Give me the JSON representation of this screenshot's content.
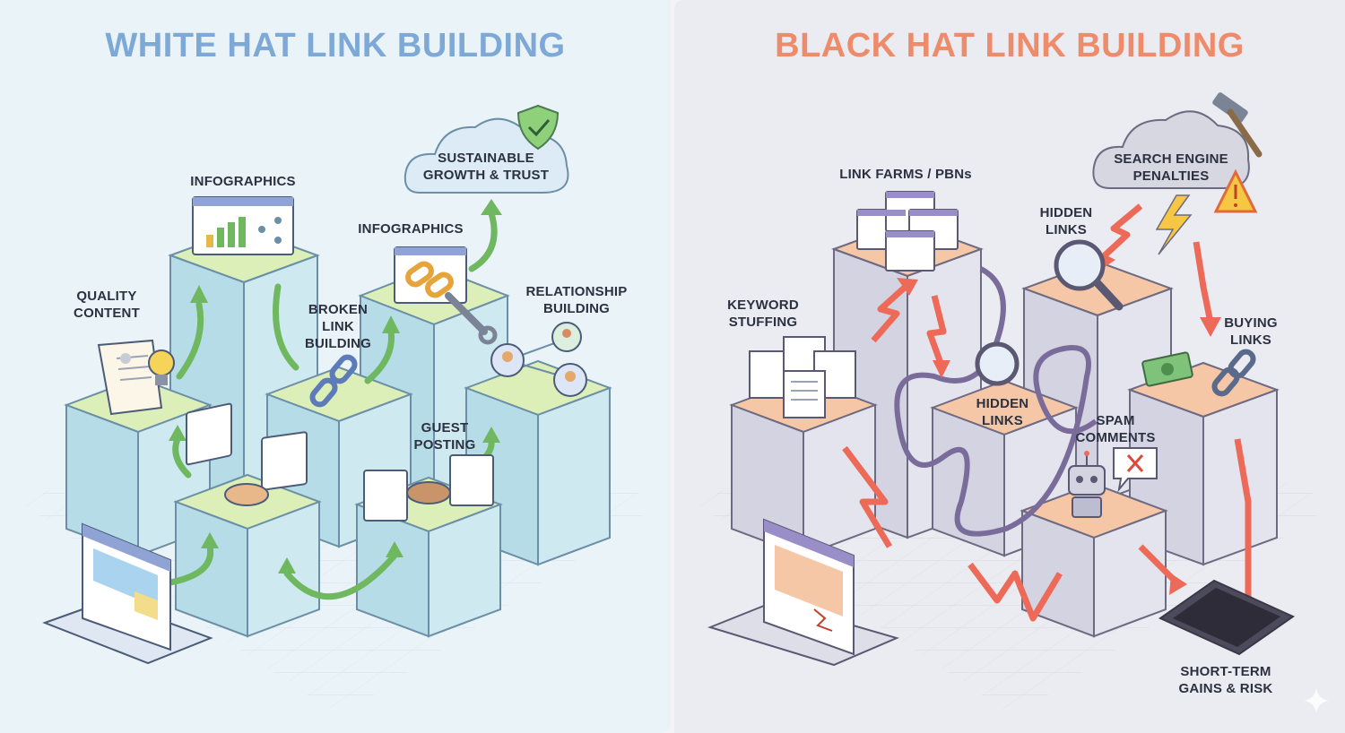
{
  "white": {
    "title": "WHITE HAT LINK BUILDING",
    "accent": "#7ea8d6",
    "labels": {
      "quality_content": "QUALITY\nCONTENT",
      "infographics_a": "INFOGRAPHICS",
      "infographics_b": "INFOGRAPHICS",
      "broken_link": "BROKEN\nLINK\nBUILDING",
      "sustainable": "SUSTAINABLE\nGROWTH & TRUST",
      "relationship": "RELATIONSHIP\nBUILDING",
      "guest_posting": "GUEST\nPOSTING"
    }
  },
  "black": {
    "title": "BLACK HAT LINK BUILDING",
    "accent": "#ee8b6b",
    "labels": {
      "link_farms": "LINK FARMS / PBNs",
      "search_penalties": "SEARCH ENGINE\nPENALTIES",
      "hidden_links_top": "HIDDEN\nLINKS",
      "keyword_stuffing": "KEYWORD\nSTUFFING",
      "buying_links": "BUYING\nLINKS",
      "hidden_links_mid": "HIDDEN\nLINKS",
      "spam_comments": "SPAM\nCOMMENTS",
      "short_term": "SHORT-TERM\nGAINS & RISK"
    }
  }
}
